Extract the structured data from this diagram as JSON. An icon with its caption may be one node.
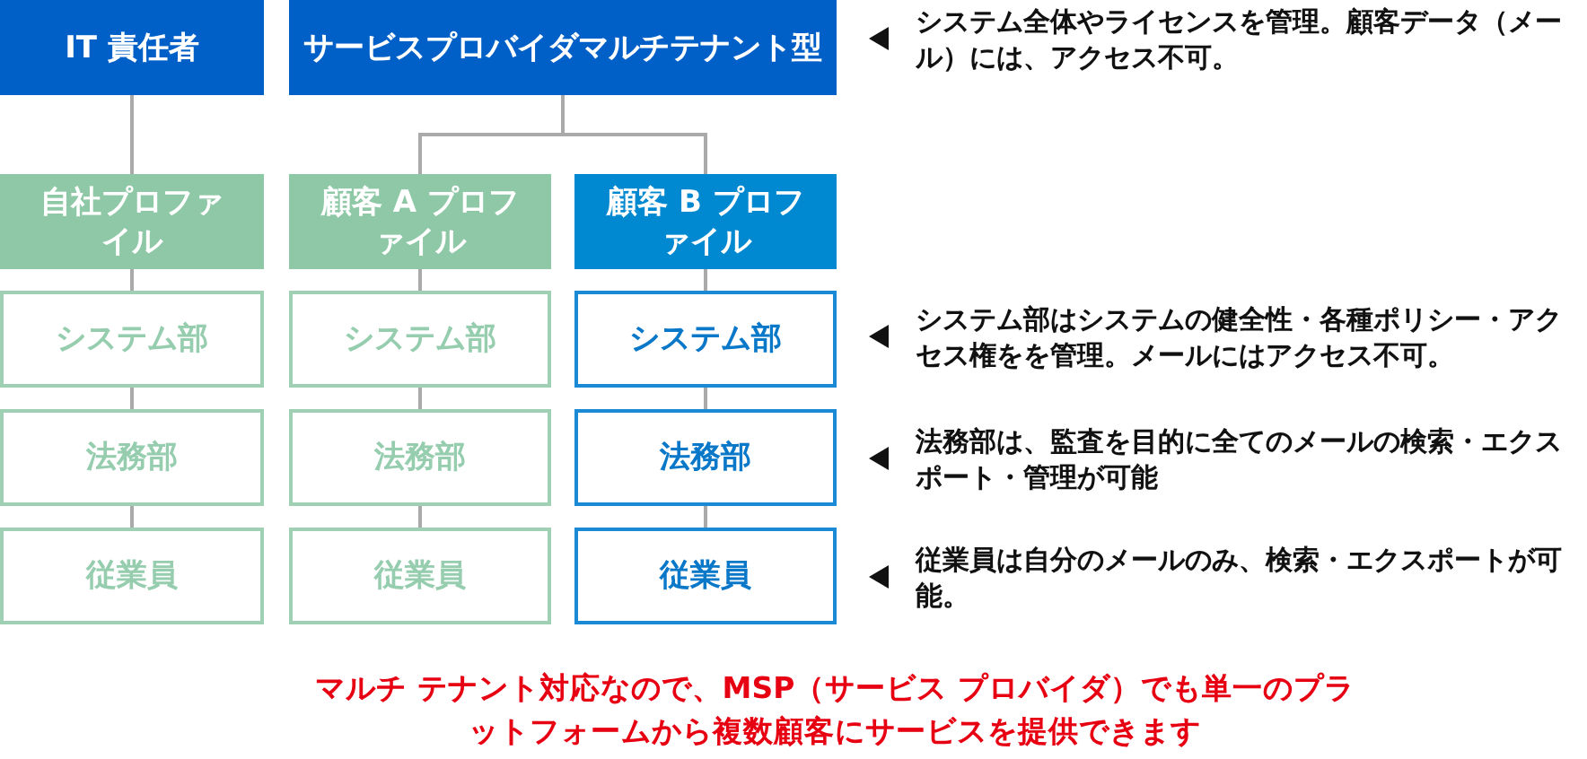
{
  "diagram": {
    "nodes": [
      {
        "text": [
          "IT 責任者"
        ]
      },
      {
        "text": [
          "サービスプロバイダマルチテナント型"
        ]
      },
      {
        "text": [
          "自社プロファイル"
        ]
      },
      {
        "text": [
          "顧客 A プロファイル"
        ]
      },
      {
        "text": [
          "顧客 B プロファイル"
        ]
      },
      {
        "text": [
          "システム部"
        ]
      },
      {
        "text": [
          "法務部"
        ]
      },
      {
        "text": [
          "従業員"
        ]
      },
      {
        "text": [
          "システム部"
        ]
      },
      {
        "text": [
          "法務部"
        ]
      },
      {
        "text": [
          "従業員"
        ]
      },
      {
        "text": [
          "システム部"
        ]
      },
      {
        "text": [
          "法務部"
        ]
      },
      {
        "text": [
          "従業員"
        ]
      }
    ],
    "edges": [
      {
        "from": 0,
        "to": 2,
        "arrow": "none"
      },
      {
        "from": 1,
        "to": 3,
        "arrow": "none"
      },
      {
        "from": 1,
        "to": 4,
        "arrow": "none"
      },
      {
        "from": 2,
        "to": 5,
        "arrow": "none"
      },
      {
        "from": 5,
        "to": 6,
        "arrow": "none"
      },
      {
        "from": 6,
        "to": 7,
        "arrow": "none"
      },
      {
        "from": 3,
        "to": 8,
        "arrow": "none"
      },
      {
        "from": 8,
        "to": 9,
        "arrow": "none"
      },
      {
        "from": 9,
        "to": 10,
        "arrow": "none"
      },
      {
        "from": 4,
        "to": 11,
        "arrow": "none"
      },
      {
        "from": 11,
        "to": 12,
        "arrow": "none"
      },
      {
        "from": 12,
        "to": 13,
        "arrow": "none"
      }
    ],
    "labels": [
      "システム全体やライセンスを管理。顧客データ（メール）には、アクセス不可。",
      "システム部はシステムの健全性・各種ポリシー・アクセス権をを管理。メールにはアクセス不可。",
      "法務部は、監査を目的に全てのメールの検索・エクスポート・管理が可能",
      "従業員は自分のメールのみ、検索・エクスポートが可能。"
    ],
    "caption": "マルチ テナント対応なので、MSP（サービス プロバイダ）でも単一のプラットフォームから複数顧客にサービスを提供できます"
  }
}
